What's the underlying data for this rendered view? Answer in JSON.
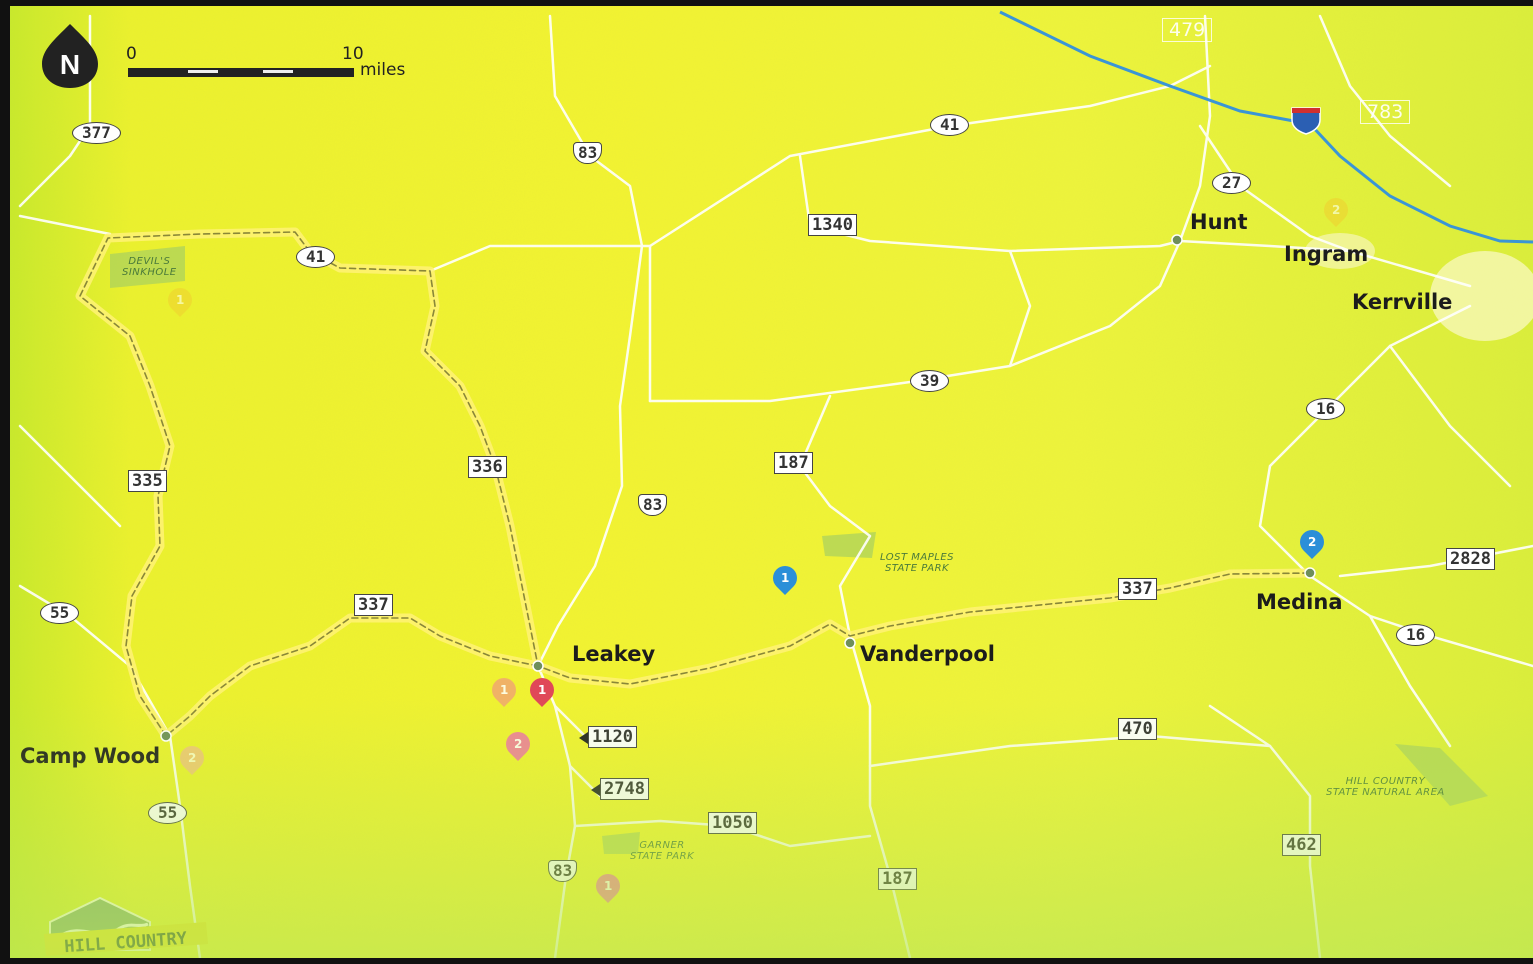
{
  "map": {
    "compass": "N",
    "scale": {
      "start": "0",
      "end": "10",
      "unit": "miles"
    },
    "logo_text": "HILL COUNTRY",
    "colors": {
      "route": "#e6d400",
      "road": "#ffffff",
      "interstate": "#3a95d6",
      "town_dot": "#6f8f5a"
    },
    "towns": [
      {
        "id": "camp-wood",
        "label": "Camp Wood"
      },
      {
        "id": "leakey",
        "label": "Leakey"
      },
      {
        "id": "vanderpool",
        "label": "Vanderpool"
      },
      {
        "id": "medina",
        "label": "Medina"
      },
      {
        "id": "hunt",
        "label": "Hunt"
      },
      {
        "id": "ingram",
        "label": "Ingram"
      },
      {
        "id": "kerrville",
        "label": "Kerrville"
      }
    ],
    "parks": [
      {
        "id": "devils-sinkhole",
        "label": "DEVIL'S\nSINKHOLE"
      },
      {
        "id": "lost-maples",
        "label": "LOST MAPLES\nSTATE PARK"
      },
      {
        "id": "garner",
        "label": "GARNER\nSTATE PARK"
      },
      {
        "id": "hill-country-sna",
        "label": "HILL COUNTRY\nSTATE NATURAL AREA"
      }
    ],
    "roads": {
      "r377": "377",
      "r83a": "83",
      "r41a": "41",
      "r41b": "41",
      "r1340": "1340",
      "r27": "27",
      "r479": "479",
      "r783": "783",
      "r39": "39",
      "r16a": "16",
      "r335": "335",
      "r336": "336",
      "r187a": "187",
      "r83b": "83",
      "r55a": "55",
      "r337a": "337",
      "r337b": "337",
      "r2828": "2828",
      "r16b": "16",
      "r1120": "1120",
      "r470": "470",
      "r2748": "2748",
      "r55b": "55",
      "r1050": "1050",
      "r83c": "83",
      "r187b": "187",
      "r462": "462"
    },
    "markers": [
      {
        "id": "m-blue-1",
        "label": "1",
        "color": "#2b8fd8"
      },
      {
        "id": "m-blue-2",
        "label": "2",
        "color": "#2b8fd8"
      },
      {
        "id": "m-red-1",
        "label": "1",
        "color": "#e04858"
      },
      {
        "id": "m-orange-1",
        "label": "1",
        "color": "#f1a870"
      },
      {
        "id": "m-pink-2",
        "label": "2",
        "color": "#ee7aa0"
      },
      {
        "id": "m-pink-1",
        "label": "1",
        "color": "#ee7aa0"
      },
      {
        "id": "m-orange-camp",
        "label": "2",
        "color": "#f1b890"
      },
      {
        "id": "m-yellow-sinkhole",
        "label": "1",
        "color": "#f0d030"
      },
      {
        "id": "m-yellow-ingram",
        "label": "2",
        "color": "#f0d030"
      }
    ]
  }
}
